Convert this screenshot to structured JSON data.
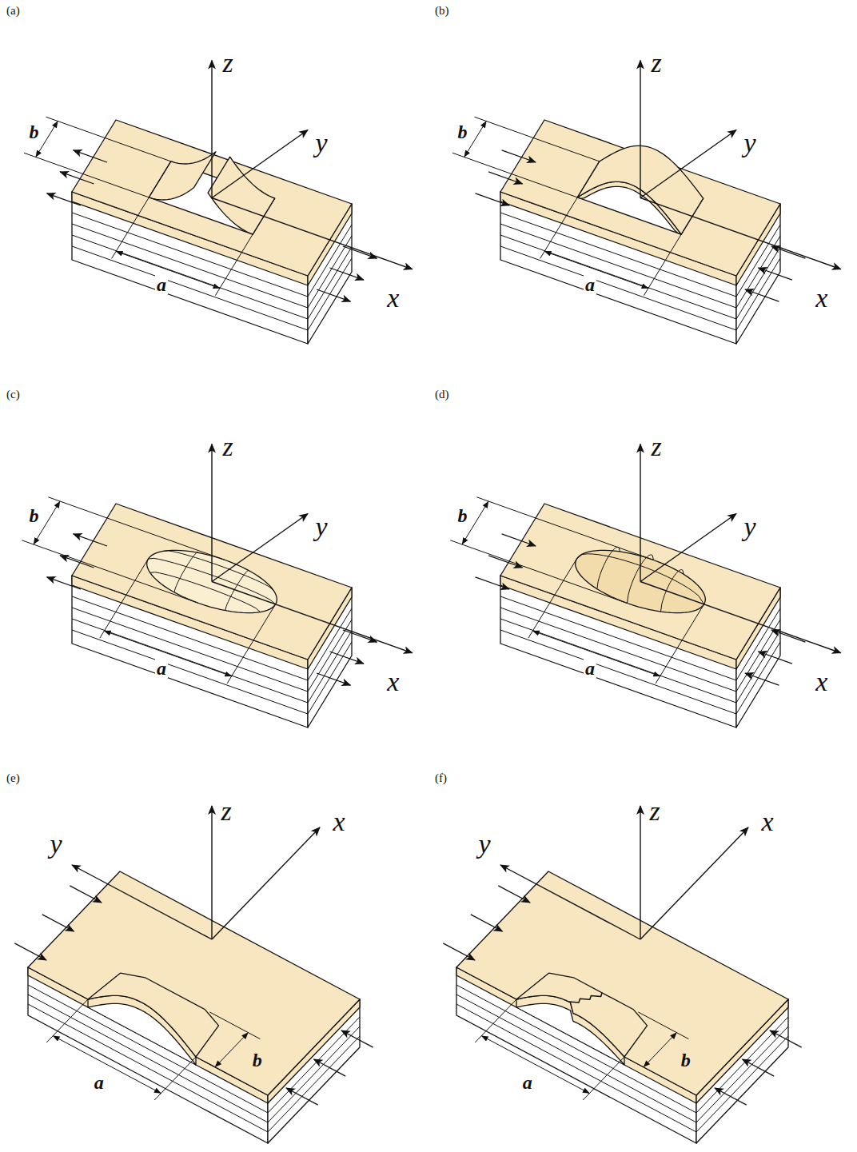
{
  "diagram": {
    "labels": [
      "(a)",
      "b",
      "z",
      "y",
      "a",
      "x",
      "(b)",
      "b",
      "z",
      "y",
      "a",
      "x",
      "(c)",
      "b",
      "z",
      "y",
      "a",
      "x",
      "(d)",
      "b",
      "z",
      "y",
      "a",
      "x",
      "(e)",
      "y",
      "z",
      "x",
      "b",
      "a",
      "(f)",
      "y",
      "z",
      "x",
      "b",
      "a"
    ]
  }
}
